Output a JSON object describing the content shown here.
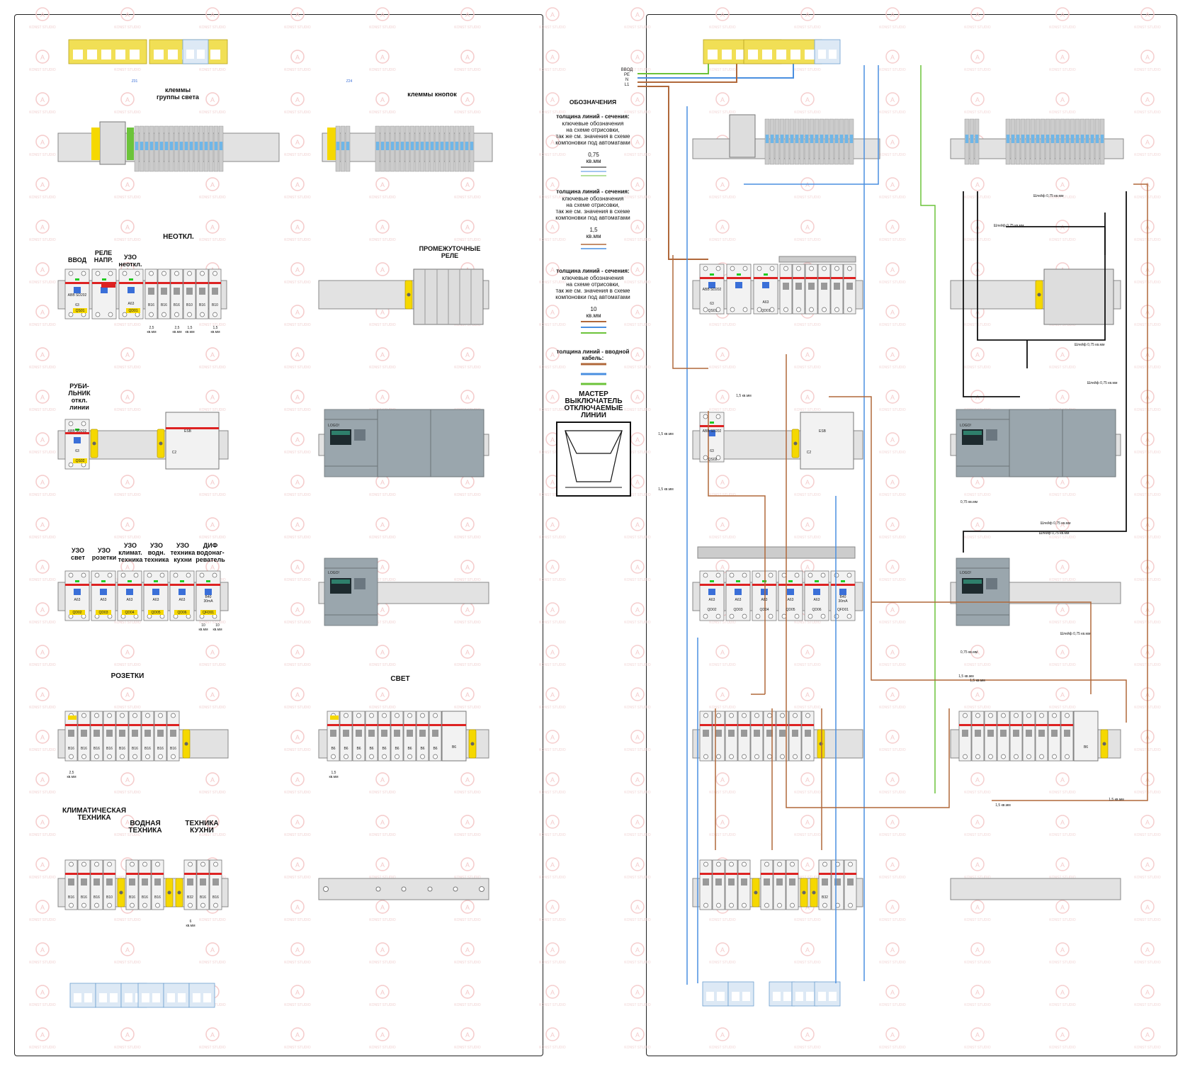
{
  "brand_label": "KONST STUDIO",
  "colors": {
    "phase": "#b0683a",
    "neutral": "#4a8fe0",
    "pe": "#6cc33a",
    "control": "#111111",
    "breaker_red": "#d22",
    "stop_bar": "#f5d800"
  },
  "left": {
    "terminal_light": "клеммы\nгруппы света",
    "terminal_buttons": "клеммы кнопок",
    "unswitched": "НЕОТКЛ.",
    "vvod": "ВВОД",
    "relay": "РЕЛЕ\nНАПР.",
    "uzo_unsw": "УЗО\nнеоткл.",
    "intermediate_relays": "ПРОМЕЖУТОЧНЫЕ\nРЕЛЕ",
    "switch_off_line": "РУБИ-\nЛЬНИК\nоткл.\nлинии",
    "uzo_light": "УЗО\nсвет",
    "uzo_sockets": "УЗО\nрозетки",
    "uzo_climate": "УЗО\nклимат.\nтехника",
    "uzo_water": "УЗО\nводн.\nтехника",
    "uzo_kitchen": "УЗО\nтехника\nкухни",
    "dif_heater": "ДИФ\nводонаг-\nреватель",
    "sockets": "РОЗЕТКИ",
    "light": "СВЕТ",
    "climate": "КЛИМАТИЧЕСКАЯ\nТЕХНИКА",
    "water": "ВОДНАЯ\nТЕХНИКА",
    "kitchen": "ТЕХНИКА\nКУХНИ",
    "abb": "ABB SD202",
    "a63": "A63",
    "b16": "B16",
    "b10": "B10",
    "b6": "B6",
    "b32": "B32",
    "b40": "B40\n30mA",
    "c2": "C2",
    "esb": "ESB",
    "63": "63",
    "qs01": "QS01",
    "qs02": "QS02",
    "qd01": "QD01",
    "qd02": "QD02",
    "qd03": "QD03",
    "qd04": "QD04",
    "qd05": "QD05",
    "qd06": "QD06",
    "qfd01": "QFD01",
    "sq25": "2,5\nкв.мм",
    "sq15": "1,5\nкв.мм",
    "sq10": "10\nкв.мм",
    "sq6": "6\nкв.мм",
    "z01": "Z01",
    "z24": "Z24",
    "logo": "LOGO!"
  },
  "legend": {
    "title": "ОБОЗНАЧЕНИЯ",
    "desc1": "толщина линий - сечения:",
    "desc2": "ключевые обозначения\nна схеме отрисовки,\nтак же см. значения в схеме\nкомпоновки под автоматами",
    "v075": "0,75\nкв.мм",
    "v15": "1,5\nкв.мм",
    "v10": "10\nкв.мм",
    "intake": "толщина линий - вводной\nкабель:",
    "master": "МАСТЕР\nВЫКЛЮЧАТЕЛЬ\nОТКЛЮЧАЕМЫЕ\nЛИНИИ"
  },
  "right": {
    "vvod": "ВВОД",
    "pe": "PE",
    "n": "N",
    "l1": "L1",
    "shleif": "Шлейф 0,75 кв.мм",
    "sq15": "1,5 кв.мм",
    "sq075": "0,75 кв.мм"
  }
}
